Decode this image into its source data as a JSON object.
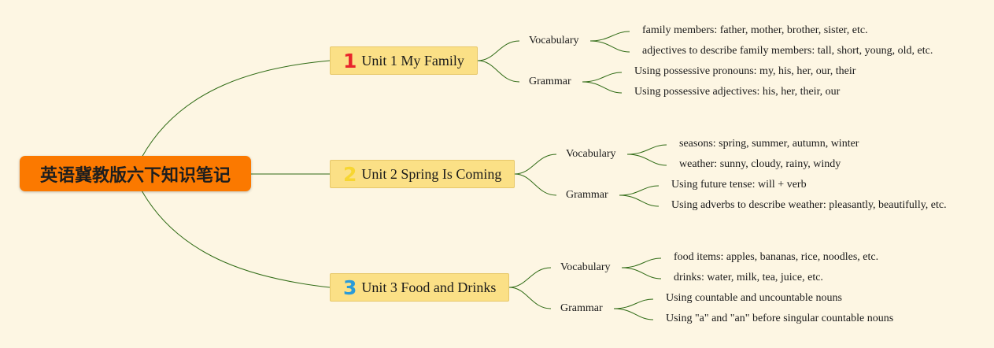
{
  "root": {
    "label": "英语冀教版六下知识笔记",
    "color": "#fb7900"
  },
  "units": [
    {
      "badge": "1",
      "badge_color": "#e8252b",
      "label": "Unit 1 My Family",
      "branches": [
        {
          "label": "Vocabulary",
          "items": [
            "family members: father, mother, brother, sister, etc.",
            "adjectives to describe family members: tall, short, young, old, etc."
          ]
        },
        {
          "label": "Grammar",
          "items": [
            "Using possessive pronouns: my, his, her, our, their",
            "Using possessive adjectives: his, her, their, our"
          ]
        }
      ]
    },
    {
      "badge": "2",
      "badge_color": "#f7d631",
      "label": "Unit 2 Spring Is Coming",
      "branches": [
        {
          "label": "Vocabulary",
          "items": [
            "seasons: spring, summer, autumn, winter",
            "weather: sunny, cloudy, rainy, windy"
          ]
        },
        {
          "label": "Grammar",
          "items": [
            "Using future tense: will + verb",
            "Using adverbs to describe weather: pleasantly, beautifully, etc."
          ]
        }
      ]
    },
    {
      "badge": "3",
      "badge_color": "#2a9bd8",
      "label": "Unit 3 Food and Drinks",
      "branches": [
        {
          "label": "Vocabulary",
          "items": [
            "food items: apples, bananas, rice, noodles, etc.",
            "drinks: water, milk, tea, juice, etc."
          ]
        },
        {
          "label": "Grammar",
          "items": [
            "Using countable and uncountable nouns",
            "Using \"a\" and \"an\" before singular countable nouns"
          ]
        }
      ]
    }
  ],
  "line_color": "#2f6b15"
}
